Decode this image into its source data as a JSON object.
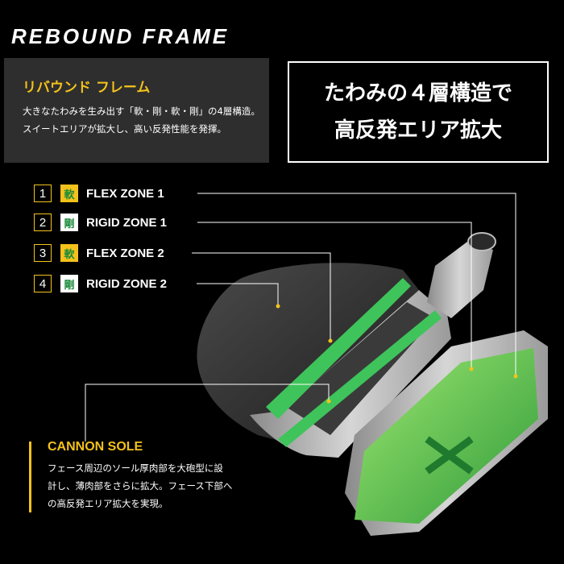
{
  "header": {
    "title": "REBOUND FRAME"
  },
  "info": {
    "heading": "リバウンド フレーム",
    "lines": [
      "大きなたわみを生み出す「軟・剛・軟・剛」の4層構造。",
      "スイートエリアが拡大し、高い反発性能を発揮。"
    ]
  },
  "headline": {
    "lines": [
      "たわみの４層構造で",
      "高反発エリア拡大"
    ]
  },
  "zones": [
    {
      "number": "1",
      "tag": "軟",
      "name": "FLEX ZONE 1"
    },
    {
      "number": "2",
      "tag": "剛",
      "name": "RIGID ZONE 1"
    },
    {
      "number": "3",
      "tag": "軟",
      "name": "FLEX ZONE 2"
    },
    {
      "number": "4",
      "tag": "剛",
      "name": "RIGID ZONE 2"
    }
  ],
  "cannon": {
    "heading": "CANNON SOLE",
    "lines": [
      "フェース周辺のソール厚肉部を大砲型に設",
      "計し、薄肉部をさらに拡大。フェース下部へ",
      "の高反発エリア拡大を実現。"
    ]
  },
  "colors": {
    "accent": "#f4c21b",
    "green": "#3ec45a",
    "background": "#000000",
    "panel": "#2e2e2e"
  }
}
